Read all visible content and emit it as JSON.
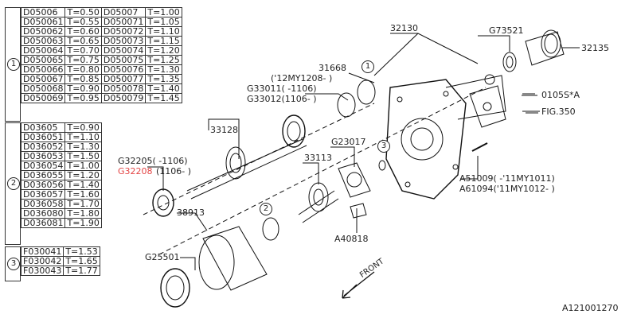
{
  "diagram_id": "A121001270",
  "groups": [
    {
      "marker": "1",
      "rows": [
        [
          "D05006",
          "T=0.50",
          "D05007",
          "T=1.00"
        ],
        [
          "D050061",
          "T=0.55",
          "D050071",
          "T=1.05"
        ],
        [
          "D050062",
          "T=0.60",
          "D050072",
          "T=1.10"
        ],
        [
          "D050063",
          "T=0.65",
          "D050073",
          "T=1.15"
        ],
        [
          "D050064",
          "T=0.70",
          "D050074",
          "T=1.20"
        ],
        [
          "D050065",
          "T=0.75",
          "D050075",
          "T=1.25"
        ],
        [
          "D050066",
          "T=0.80",
          "D050076",
          "T=1.30"
        ],
        [
          "D050067",
          "T=0.85",
          "D050077",
          "T=1.35"
        ],
        [
          "D050068",
          "T=0.90",
          "D050078",
          "T=1.40"
        ],
        [
          "D050069",
          "T=0.95",
          "D050079",
          "T=1.45"
        ]
      ]
    },
    {
      "marker": "2",
      "rows": [
        [
          "D03605",
          "T=0.90"
        ],
        [
          "D036051",
          "T=1.10"
        ],
        [
          "D036052",
          "T=1.30"
        ],
        [
          "D036053",
          "T=1.50"
        ],
        [
          "D036054",
          "T=1.00"
        ],
        [
          "D036055",
          "T=1.20"
        ],
        [
          "D036056",
          "T=1.40"
        ],
        [
          "D036057",
          "T=1.60"
        ],
        [
          "D036058",
          "T=1.70"
        ],
        [
          "D036080",
          "T=1.80"
        ],
        [
          "D036081",
          "T=1.90"
        ]
      ]
    },
    {
      "marker": "3",
      "rows": [
        [
          "F030041",
          "T=1.53"
        ],
        [
          "F030042",
          "T=1.65"
        ],
        [
          "F030043",
          "T=1.77"
        ]
      ]
    }
  ],
  "callouts": {
    "c32130": "32130",
    "c73521": "G73521",
    "c32135": "32135",
    "c31668": "31668",
    "c31668_note": "('12MY1208- )",
    "c33011": "G33011( -1106)",
    "c33012": "G33012(1106- )",
    "c0105": "0105S*A",
    "cfig": "FIG.350",
    "c33128": "33128",
    "c23017": "G23017",
    "c32205": "G32205( -1106)",
    "c32208_part": "G32208",
    "c32208_note": "(1106- )",
    "c33113": "33113",
    "c51009": "A51009( -'11MY1011)",
    "c61094": "A61094('11MY1012- )",
    "c38913": "38913",
    "c40818": "A40818",
    "c25501": "G25501",
    "front": "FRONT",
    "m1": "1",
    "m2": "2",
    "m3": "3"
  }
}
